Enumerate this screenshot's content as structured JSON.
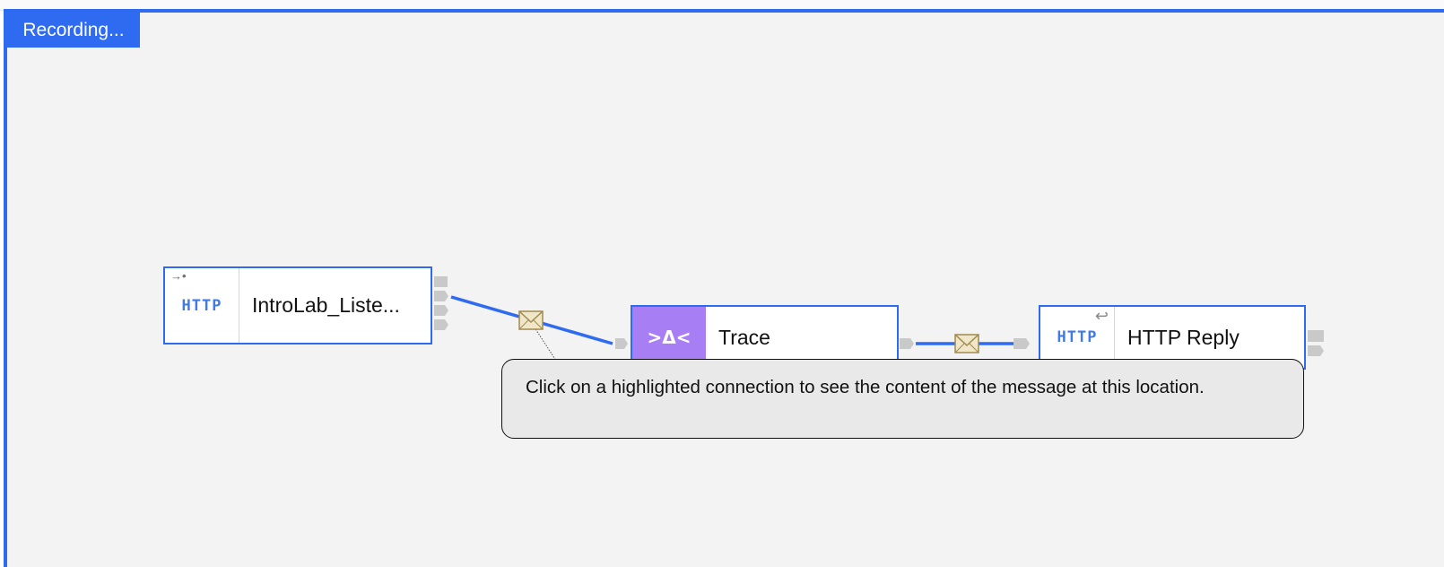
{
  "recording_label": "Recording...",
  "nodes": [
    {
      "id": "listener",
      "icon_text": "HTTP",
      "label": "IntroLab_Liste..."
    },
    {
      "id": "trace",
      "icon_text": ">Δ<",
      "label": "Trace"
    },
    {
      "id": "reply",
      "icon_text": "HTTP",
      "label": "HTTP Reply"
    }
  ],
  "tooltip": {
    "text": "Click on a highlighted connection to see the content of the message at this location."
  },
  "colors": {
    "accent": "#2f6bf0",
    "trace_node": "#a77ef4",
    "canvas": "#f3f3f3",
    "tooltip_bg": "#e9e9e9",
    "envelope_fill": "#f0e6c8",
    "envelope_stroke": "#a08a50"
  },
  "icons": [
    "arrow-in-icon",
    "http-icon",
    "trace-icon",
    "reply-arrow-icon",
    "envelope-icon",
    "terminal-icon"
  ]
}
